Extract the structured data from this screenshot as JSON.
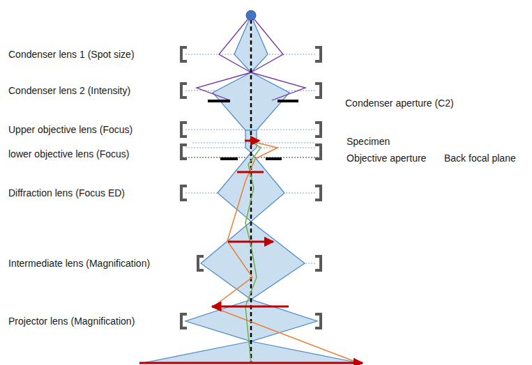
{
  "diagram": {
    "labels": [
      "Condenser lens 1 (Spot size)",
      "Condenser lens 2 (Intensity)",
      "Condenser aperture (C2)",
      "Upper objective lens (Focus)",
      "Specimen",
      "lower objective lens (Focus)",
      "Objective aperture",
      "Back focal plane",
      "Diffraction lens (Focus ED)",
      "Intermediate lens (Magnification)",
      "Projector lens (Magnification)"
    ]
  }
}
